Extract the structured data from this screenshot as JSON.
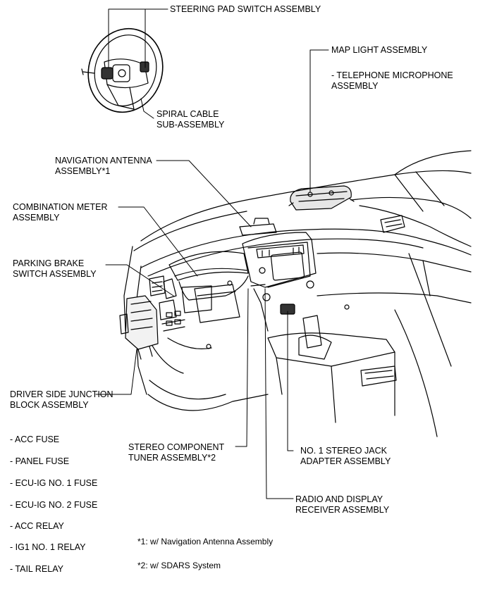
{
  "labels": {
    "steering_pad": "STEERING PAD SWITCH ASSEMBLY",
    "map_light": "MAP LIGHT ASSEMBLY",
    "telephone_mic_1": "- TELEPHONE MICROPHONE",
    "telephone_mic_2": "ASSEMBLY",
    "spiral_cable_1": "SPIRAL CABLE",
    "spiral_cable_2": "SUB-ASSEMBLY",
    "nav_antenna_1": "NAVIGATION ANTENNA",
    "nav_antenna_2": "ASSEMBLY*1",
    "combo_meter_1": "COMBINATION METER",
    "combo_meter_2": "ASSEMBLY",
    "parking_brake_1": "PARKING BRAKE",
    "parking_brake_2": "SWITCH ASSEMBLY",
    "junction_block_1": "DRIVER SIDE JUNCTION",
    "junction_block_2": "BLOCK ASSEMBLY",
    "stereo_tuner_1": "STEREO COMPONENT",
    "stereo_tuner_2": "TUNER ASSEMBLY*2",
    "stereo_jack_1": "NO. 1 STEREO JACK",
    "stereo_jack_2": "ADAPTER ASSEMBLY",
    "radio_display_1": "RADIO AND DISPLAY",
    "radio_display_2": "RECEIVER ASSEMBLY"
  },
  "junction_items": [
    "- ACC FUSE",
    "- PANEL FUSE",
    "- ECU-IG NO. 1 FUSE",
    "- ECU-IG NO. 2 FUSE",
    "- ACC RELAY",
    "- IG1 NO. 1 RELAY",
    "- TAIL RELAY"
  ],
  "footnotes": {
    "note1": "*1: w/ Navigation Antenna Assembly",
    "note2": "*2: w/ SDARS System"
  }
}
